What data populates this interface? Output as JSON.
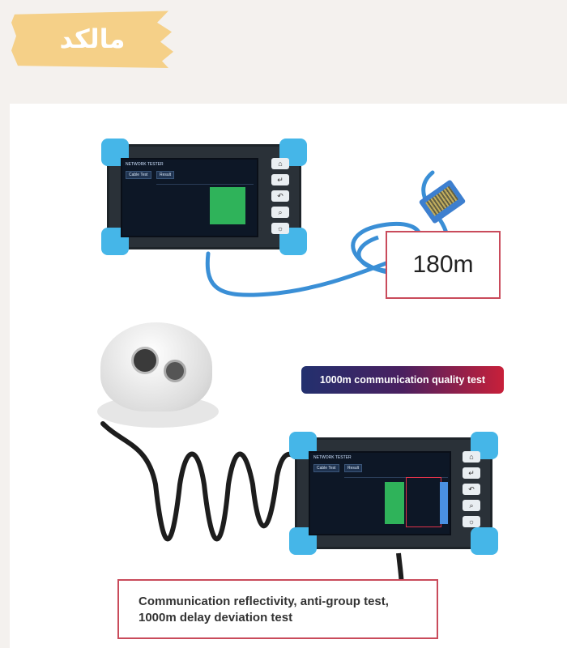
{
  "brand": {
    "name": "مالكد"
  },
  "device_top": {
    "title": "NETWORK TESTER",
    "tabs": [
      "Cable Test",
      "Result"
    ]
  },
  "device_bottom": {
    "title": "NETWORK TESTER",
    "tabs": [
      "Cable Test",
      "Result"
    ]
  },
  "labels": {
    "length": "180m",
    "banner": "1000m communication quality test",
    "caption_line1": "Communication reflectivity, anti-group test,",
    "caption_line2": "1000m delay deviation test"
  },
  "colors": {
    "device_accent": "#45b6e8",
    "cable_blue": "#3a8fd6",
    "highlight_red": "#c94b5b",
    "badge": "#f5d088"
  },
  "icons": [
    "home-icon",
    "enter-icon",
    "back-icon",
    "search-icon",
    "light-icon"
  ]
}
